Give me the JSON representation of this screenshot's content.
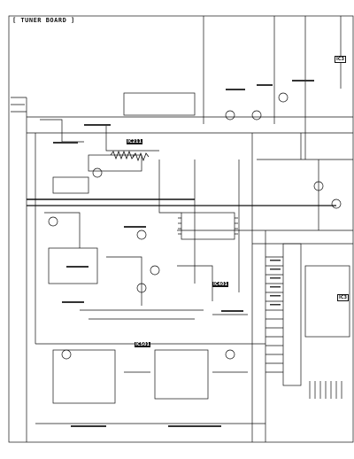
{
  "title": "[ TUNER BOARD ]",
  "ic_labels": {
    "ic211": "IC211",
    "ic401": "IC401",
    "ic501": "IC501",
    "ic_top_right": "IC3",
    "ic_right_mid": "IC3"
  },
  "colors": {
    "ink": "#111111",
    "paper": "#ffffff"
  }
}
